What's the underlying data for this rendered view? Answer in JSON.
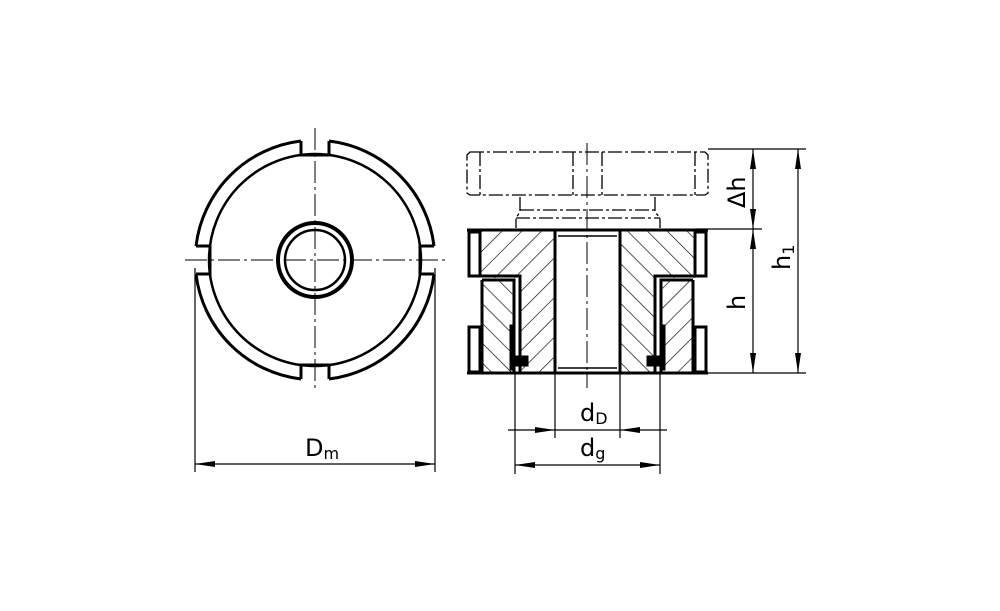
{
  "drawing": {
    "line_color": "#000000",
    "background": "#ffffff",
    "labels": {
      "Dm": {
        "main": "D",
        "sub": "m"
      },
      "dD": {
        "main": "d",
        "sub": "D"
      },
      "dg": {
        "main": "d",
        "sub": "g"
      },
      "delta_h": {
        "main": "Δh"
      },
      "h": {
        "main": "h"
      },
      "h1": {
        "main": "h",
        "sub": "1"
      }
    }
  }
}
